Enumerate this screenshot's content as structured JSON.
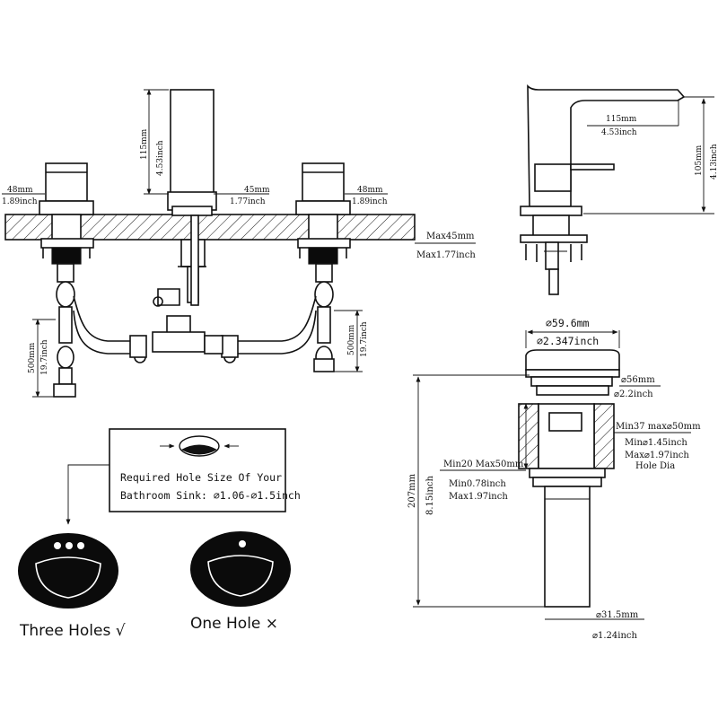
{
  "faucet_front": {
    "spout_height_mm": "115mm",
    "spout_height_in": "4.53inch",
    "spout_width_mm": "45mm",
    "spout_width_in": "1.77inch",
    "handle_left_mm": "48mm",
    "handle_left_in": "1.89inch",
    "handle_right_mm": "48mm",
    "handle_right_in": "1.89inch",
    "deck_max_mm": "Max45mm",
    "deck_max_in": "Max1.77inch",
    "hose_left_mm": "500mm",
    "hose_left_in": "19.7inch",
    "hose_right_mm": "500mm",
    "hose_right_in": "19.7inch"
  },
  "faucet_side": {
    "reach_mm": "115mm",
    "reach_in": "4.53inch",
    "height_mm": "105mm",
    "height_in": "4.13inch"
  },
  "drain": {
    "cap_dia_mm": "⌀59.6mm",
    "cap_dia_in": "⌀2.347inch",
    "flange_dia_mm": "⌀56mm",
    "flange_dia_in": "⌀2.2inch",
    "hole_mm": "Min37 max⌀50mm",
    "hole_min_in": "Min⌀1.45inch",
    "hole_max_in": "Max⌀1.97inch",
    "hole_label": "Hole Dia",
    "thickness_mm": "Min20 Max50mm",
    "thickness_min_in": "Min0.78inch",
    "thickness_max_in": "Max1.97inch",
    "length_mm": "207mm",
    "length_in": "8.15inch",
    "tail_dia_mm": "⌀31.5mm",
    "tail_dia_in": "⌀1.24inch"
  },
  "hole_note": {
    "line1": "Required Hole Size Of Your",
    "line2": "Bathroom Sink: ⌀1.06-⌀1.5inch"
  },
  "sinks": {
    "three_holes": "Three Holes √",
    "one_hole": "One Hole ×"
  }
}
